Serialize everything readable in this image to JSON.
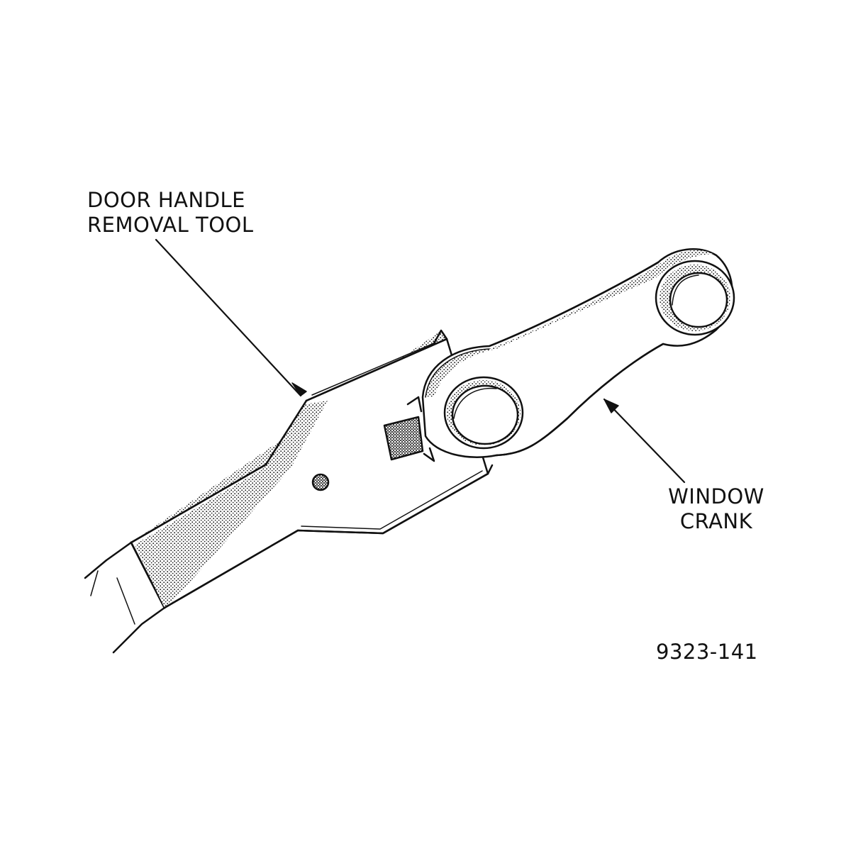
{
  "figure": {
    "tool_label": {
      "line1": "DOOR HANDLE",
      "line2": "REMOVAL TOOL"
    },
    "crank_label": {
      "line1": "WINDOW",
      "line2": "CRANK"
    },
    "figure_number": "9323-141"
  },
  "colors": {
    "ink": "#111111",
    "background": "#ffffff"
  }
}
